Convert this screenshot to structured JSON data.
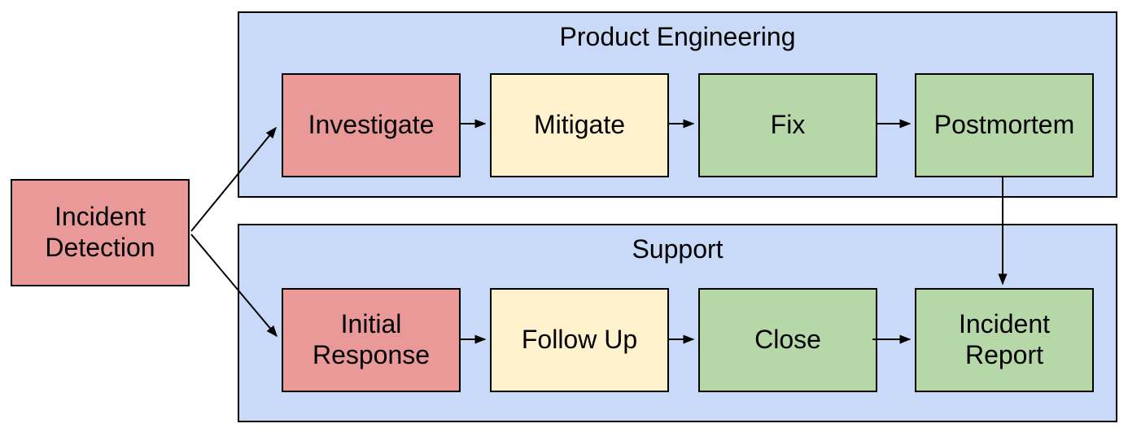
{
  "colors": {
    "background": "#ffffff",
    "lane_fill": "#c9daf8",
    "node_red": "#ea9999",
    "node_yellow": "#fff2cc",
    "node_green": "#b6d7a8",
    "border": "#000000",
    "arrow": "#000000"
  },
  "nodes": {
    "incident_detection": {
      "label": "Incident Detection",
      "fill": "#ea9999"
    }
  },
  "lanes": [
    {
      "title": "Product Engineering",
      "fill": "#c9daf8",
      "nodes": [
        {
          "label": "Investigate",
          "fill": "#ea9999"
        },
        {
          "label": "Mitigate",
          "fill": "#fff2cc"
        },
        {
          "label": "Fix",
          "fill": "#b6d7a8"
        },
        {
          "label": "Postmortem",
          "fill": "#b6d7a8"
        }
      ]
    },
    {
      "title": "Support",
      "fill": "#c9daf8",
      "nodes": [
        {
          "label": "Initial Response",
          "fill": "#ea9999"
        },
        {
          "label": "Follow Up",
          "fill": "#fff2cc"
        },
        {
          "label": "Close",
          "fill": "#b6d7a8"
        },
        {
          "label": "Incident Report",
          "fill": "#b6d7a8"
        }
      ]
    }
  ],
  "edges": [
    {
      "from": "Incident Detection",
      "to": "Investigate"
    },
    {
      "from": "Incident Detection",
      "to": "Initial Response"
    },
    {
      "from": "Investigate",
      "to": "Mitigate"
    },
    {
      "from": "Mitigate",
      "to": "Fix"
    },
    {
      "from": "Fix",
      "to": "Postmortem"
    },
    {
      "from": "Postmortem",
      "to": "Incident Report"
    },
    {
      "from": "Initial Response",
      "to": "Follow Up"
    },
    {
      "from": "Follow Up",
      "to": "Close"
    },
    {
      "from": "Close",
      "to": "Incident Report"
    }
  ]
}
